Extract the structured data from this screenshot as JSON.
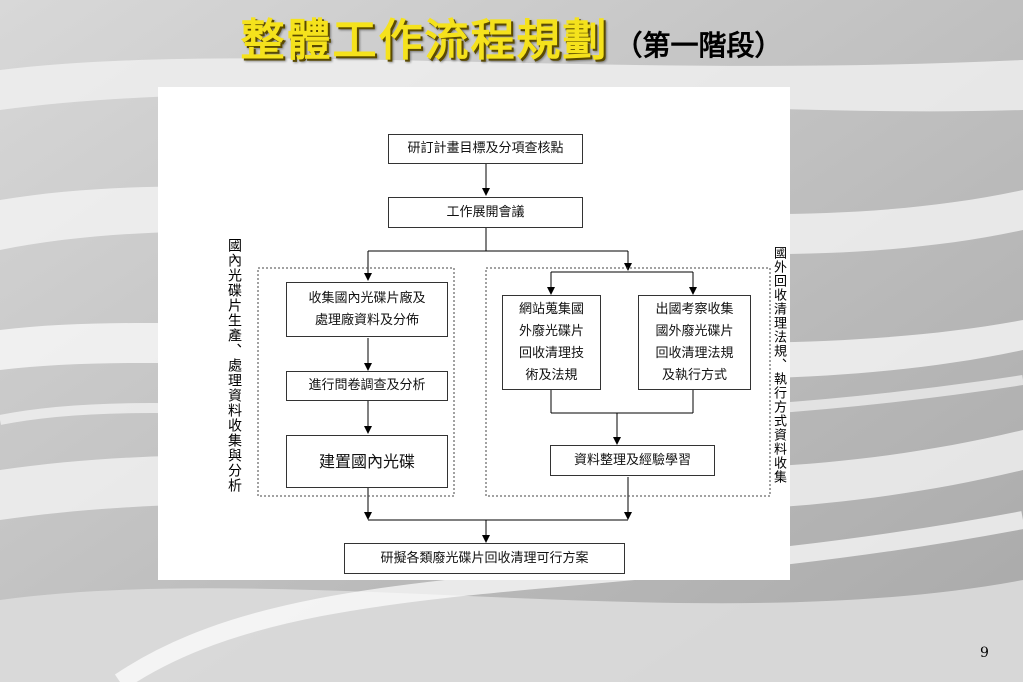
{
  "slide": {
    "title_main": "整體工作流程規劃",
    "title_sub": "（第一階段）",
    "page_number": "9"
  },
  "flow": {
    "top": "研訂計畫目標及分項查核點",
    "meeting": "工作展開會議",
    "left_group": {
      "label": "國內光碟片生產、處理資料收集與分析",
      "step1": "收集國內光碟片廠及\n處理廠資料及分佈",
      "step2": "進行問卷調查及分析",
      "step3": "建置國內光碟"
    },
    "right_group": {
      "label": "國外回收清理法規、執行方式資料收集",
      "web": "網站蒐集國\n外廢光碟片\n回收清理技\n術及法規",
      "abroad": "出國考察收集\n國外廢光碟片\n回收清理法規\n及執行方式",
      "summary": "資料整理及經驗學習"
    },
    "final": "研擬各類廢光碟片回收清理可行方案"
  }
}
